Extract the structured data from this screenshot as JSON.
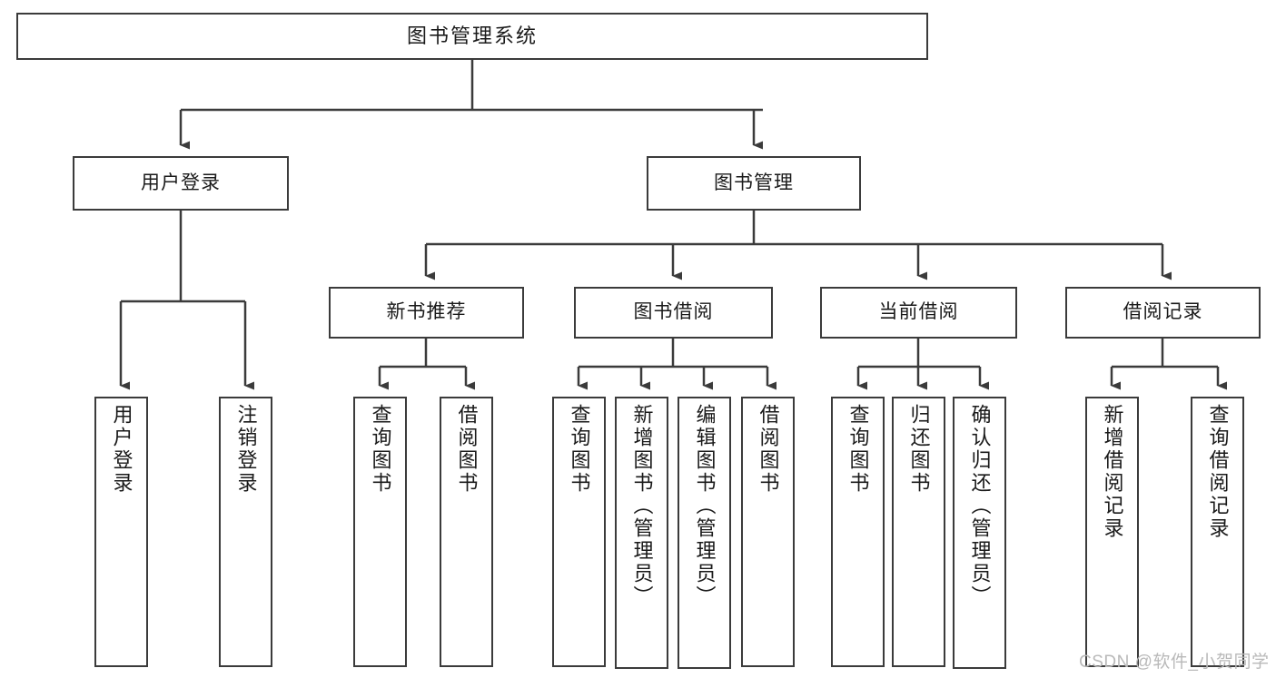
{
  "diagram": {
    "title": "图书管理系统",
    "type": "tree-hierarchy-diagram",
    "watermark": "CSDN @软件_小贺同学",
    "colors": {
      "stroke": "#3b3b3b",
      "fill": "#ffffff",
      "text": "#1a1a1a",
      "watermark": "#b9b9b9"
    },
    "nodes": {
      "root": {
        "label": "图书管理系统"
      },
      "level1": [
        {
          "label": "用户登录"
        },
        {
          "label": "图书管理"
        }
      ],
      "level2": [
        {
          "label": "新书推荐"
        },
        {
          "label": "图书借阅"
        },
        {
          "label": "当前借阅"
        },
        {
          "label": "借阅记录"
        }
      ],
      "leaves_user_login": [
        {
          "label": "用户登录"
        },
        {
          "label": "注销登录"
        }
      ],
      "leaves_new_book": [
        {
          "label": "查询图书"
        },
        {
          "label": "借阅图书"
        }
      ],
      "leaves_borrow": [
        {
          "label": "查询图书"
        },
        {
          "label": "新增图书（管理员）"
        },
        {
          "label": "编辑图书（管理员）"
        },
        {
          "label": "借阅图书"
        }
      ],
      "leaves_current": [
        {
          "label": "查询图书"
        },
        {
          "label": "归还图书"
        },
        {
          "label": "确认归还（管理员）"
        }
      ],
      "leaves_records": [
        {
          "label": "新增借阅记录"
        },
        {
          "label": "查询借阅记录"
        }
      ]
    }
  }
}
